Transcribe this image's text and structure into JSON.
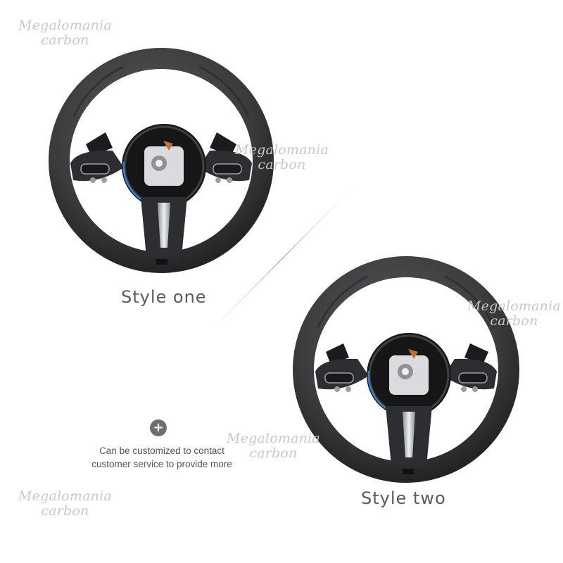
{
  "watermark": {
    "line1": "Megalomania",
    "line2": "carbon"
  },
  "products": [
    {
      "label": "Style one"
    },
    {
      "label": "Style two"
    }
  ],
  "note": {
    "icon": "plus-icon",
    "line1": "Can be customized to contact",
    "line2": "customer service to provide more"
  },
  "colors": {
    "leather": "#3a3b3d",
    "leather_highlight": "#5c5d60",
    "chrome": "#cfd2d6",
    "label_text": "#5a5a5a",
    "watermark": "#c8c8c8"
  }
}
